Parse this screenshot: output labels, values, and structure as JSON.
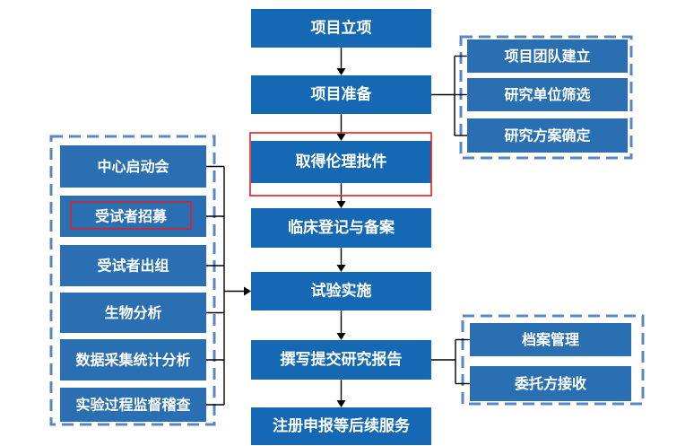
{
  "diagram": {
    "main_steps": [
      {
        "label": "项目立项"
      },
      {
        "label": "项目准备"
      },
      {
        "label": "取得伦理批件",
        "highlighted": true
      },
      {
        "label": "临床登记与备案"
      },
      {
        "label": "试验实施"
      },
      {
        "label": "撰写提交研究报告"
      },
      {
        "label": "注册申报等后续服务"
      }
    ],
    "preparation_tasks": [
      {
        "label": "项目团队建立"
      },
      {
        "label": "研究单位筛选"
      },
      {
        "label": "研究方案确定"
      }
    ],
    "implementation_tasks": [
      {
        "label": "中心启动会"
      },
      {
        "label": "受试者招募",
        "highlighted": true
      },
      {
        "label": "受试者出组"
      },
      {
        "label": "生物分析"
      },
      {
        "label": "数据采集统计分析"
      },
      {
        "label": "实验过程监督稽查"
      }
    ],
    "report_tasks": [
      {
        "label": "档案管理"
      },
      {
        "label": "委托方接收"
      }
    ]
  },
  "colors": {
    "main_box": "#1569b4",
    "side_box": "#2b6fb3",
    "group_border": "#5a86c6",
    "highlight": "#e02020",
    "connector": "#000000",
    "label": "#ffffff"
  }
}
